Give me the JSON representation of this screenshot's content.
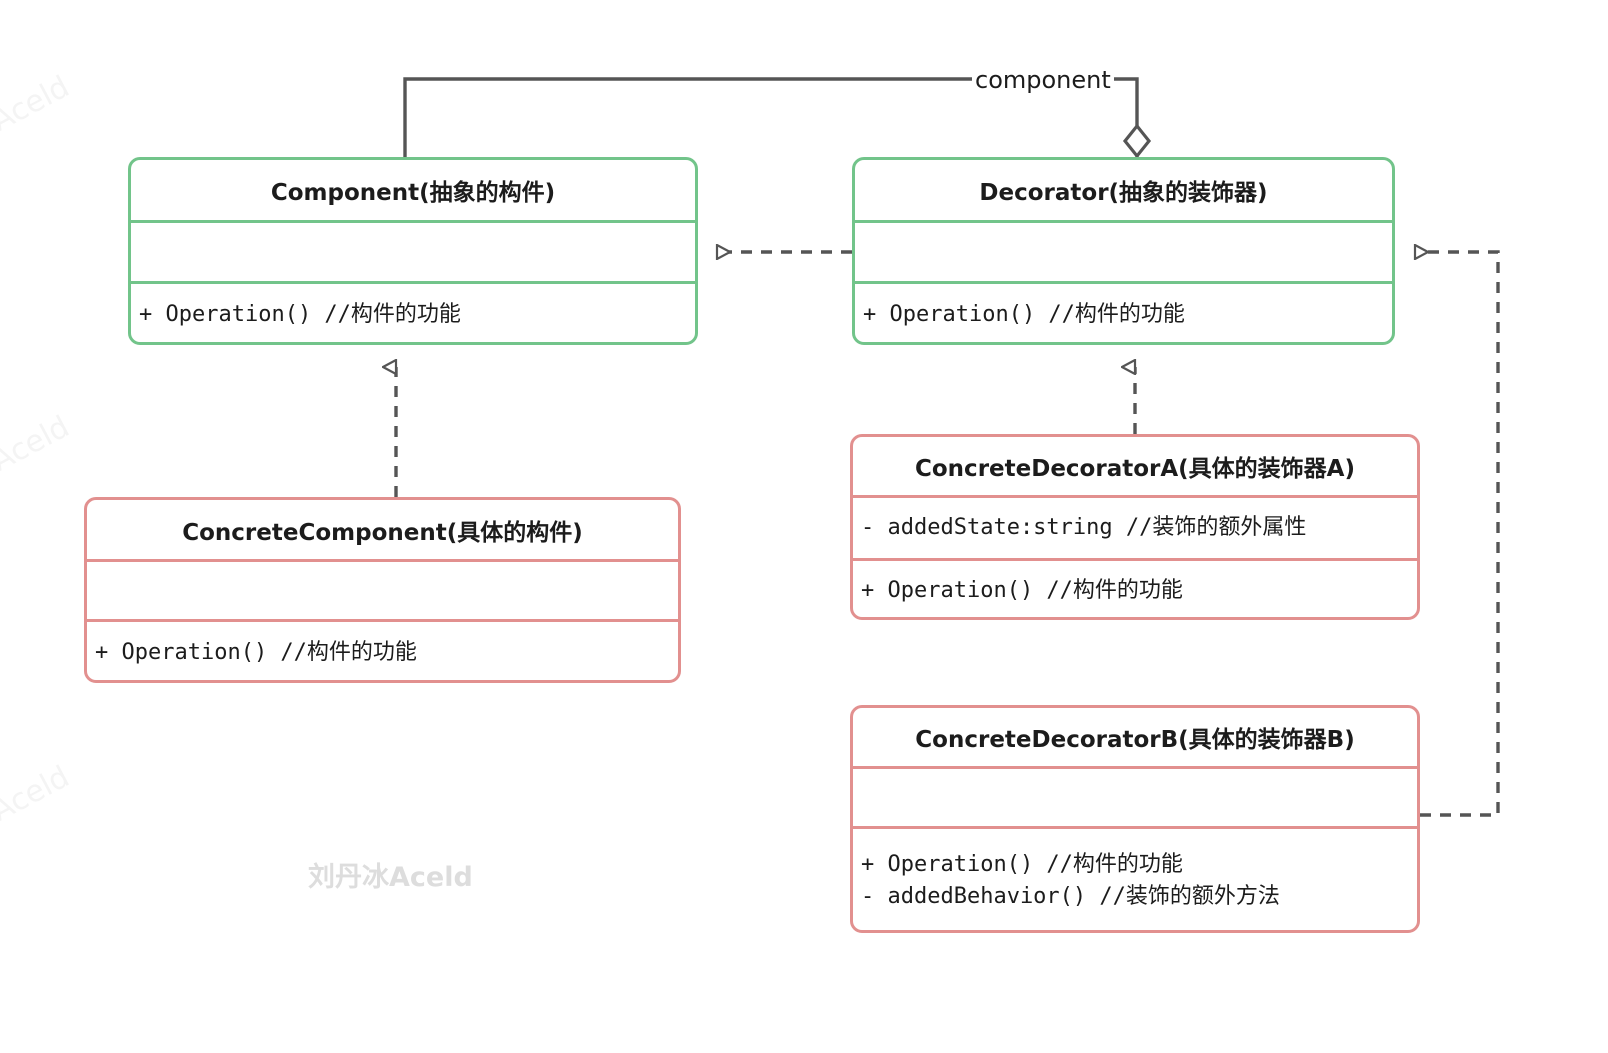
{
  "diagram": {
    "kind": "uml-class-diagram",
    "pattern": "Decorator",
    "colors": {
      "abstract_border": "#72c48a",
      "concrete_border": "#e2908f",
      "connector": "#555555",
      "text": "#1c1c1c",
      "watermark": "#dddddd",
      "background": "#ffffff"
    },
    "classes": [
      {
        "id": "component",
        "title": "Component(抽象的构件)",
        "attributes": [],
        "methods": [
          "+ Operation() //构件的功能"
        ],
        "stereotype": "abstract"
      },
      {
        "id": "decorator",
        "title": "Decorator(抽象的装饰器)",
        "attributes": [],
        "methods": [
          "+ Operation() //构件的功能"
        ],
        "stereotype": "abstract"
      },
      {
        "id": "concrete-component",
        "title": "ConcreteComponent(具体的构件)",
        "attributes": [],
        "methods": [
          "+ Operation() //构件的功能"
        ],
        "stereotype": "concrete"
      },
      {
        "id": "concrete-decorator-a",
        "title": "ConcreteDecoratorA(具体的装饰器A)",
        "attributes": [
          "- addedState:string //装饰的额外属性"
        ],
        "methods": [
          "+ Operation() //构件的功能"
        ],
        "stereotype": "concrete"
      },
      {
        "id": "concrete-decorator-b",
        "title": "ConcreteDecoratorB(具体的装饰器B)",
        "attributes": [],
        "methods": [
          "+ Operation() //构件的功能",
          "- addedBehavior() //装饰的额外方法"
        ],
        "stereotype": "concrete"
      }
    ],
    "relations": [
      {
        "id": "aggregation",
        "from": "decorator",
        "to": "component",
        "type": "aggregation",
        "label": "component"
      },
      {
        "id": "realize-decorator",
        "from": "decorator",
        "to": "component",
        "type": "realization",
        "label": ""
      },
      {
        "id": "realize-concrete-component",
        "from": "concrete-component",
        "to": "component",
        "type": "realization",
        "label": ""
      },
      {
        "id": "realize-decorator-a",
        "from": "concrete-decorator-a",
        "to": "decorator",
        "type": "realization",
        "label": ""
      },
      {
        "id": "realize-decorator-b",
        "from": "concrete-decorator-b",
        "to": "decorator",
        "type": "realization",
        "label": ""
      }
    ]
  },
  "watermarks": {
    "center": "刘丹冰Aceld",
    "edge": "Aceld"
  }
}
